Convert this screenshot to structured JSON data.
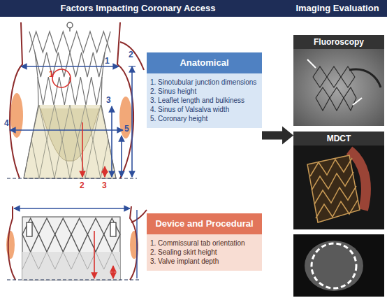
{
  "diagram": {
    "nodes": [
      {
        "text": [
          "Factors Impacting Coronary Access",
          "Imaging Evaluation"
        ]
      },
      {
        "text": [
          "Anatomical",
          "1. Sinotubular junction dimensions",
          "2. Sinus height",
          "3. Leaflet length and bulkiness",
          "4. Sinus of Valsalva width",
          "5. Coronary height"
        ]
      },
      {
        "text": [
          "Fluoroscopy"
        ]
      },
      {
        "text": [
          "MDCT"
        ]
      },
      {
        "text": [
          "Device and Procedural",
          "1. Commissural tab orientation",
          "2. Sealing skirt height",
          "3. Valve implant depth"
        ]
      }
    ],
    "edges": [
      {
        "from": 1,
        "to": 3,
        "arrow": "to"
      }
    ],
    "labels": [
      "1",
      "1",
      "2",
      "3",
      "4",
      "5",
      "2",
      "3"
    ]
  }
}
